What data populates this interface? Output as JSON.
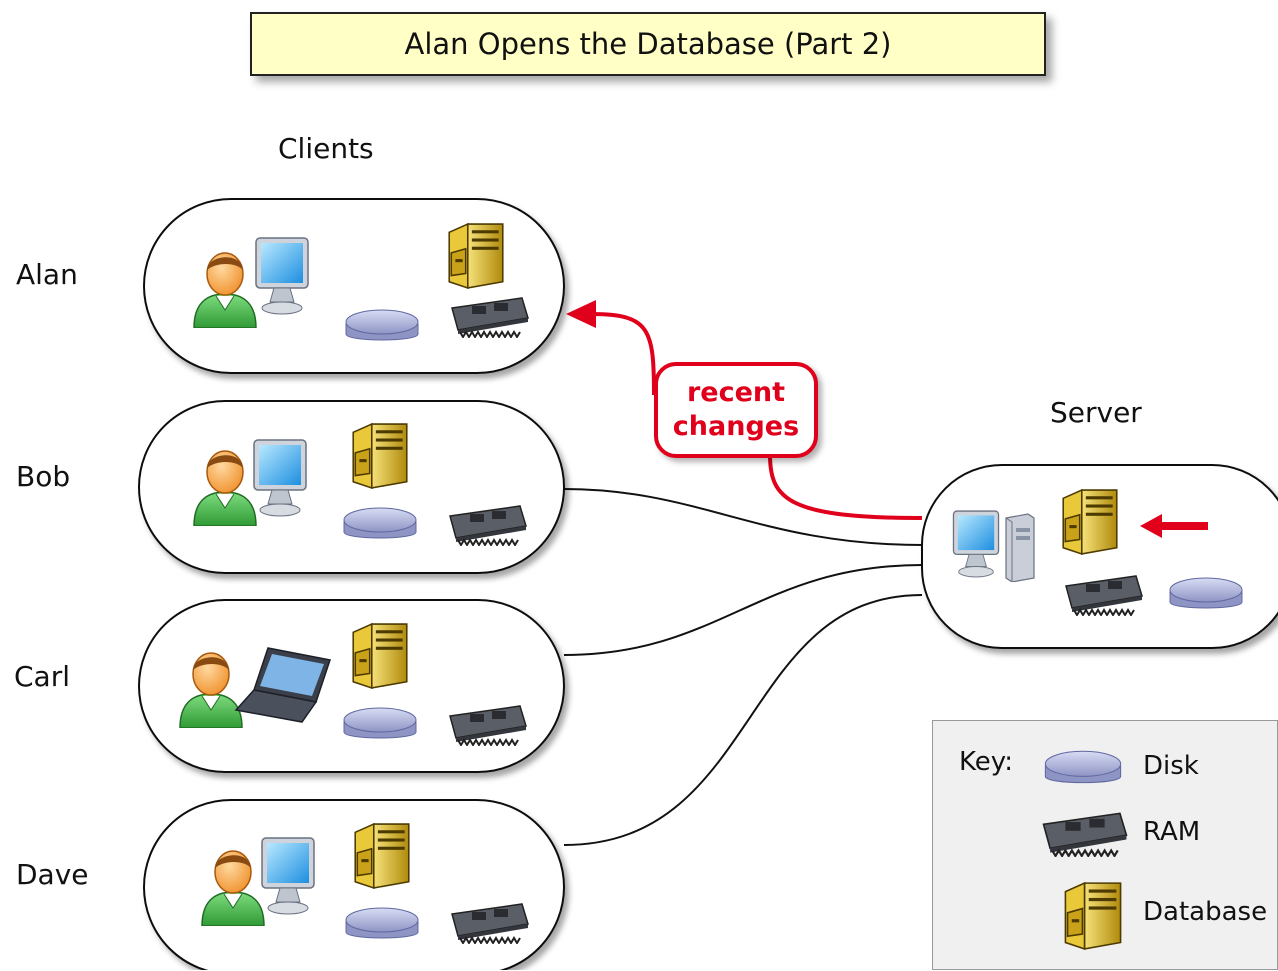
{
  "title": "Alan Opens the Database (Part 2)",
  "clients_heading": "Clients",
  "server_heading": "Server",
  "clients": [
    {
      "name": "Alan",
      "device": "desktop"
    },
    {
      "name": "Bob",
      "device": "desktop"
    },
    {
      "name": "Carl",
      "device": "laptop"
    },
    {
      "name": "Dave",
      "device": "desktop"
    }
  ],
  "annotation": {
    "line1": "recent",
    "line2": "changes"
  },
  "key": {
    "label": "Key:",
    "disk": "Disk",
    "ram": "RAM",
    "database": "Database"
  },
  "colors": {
    "highlight": "#e0001b",
    "title_fill": "#ffffc6",
    "key_fill": "#f0f0f0"
  }
}
